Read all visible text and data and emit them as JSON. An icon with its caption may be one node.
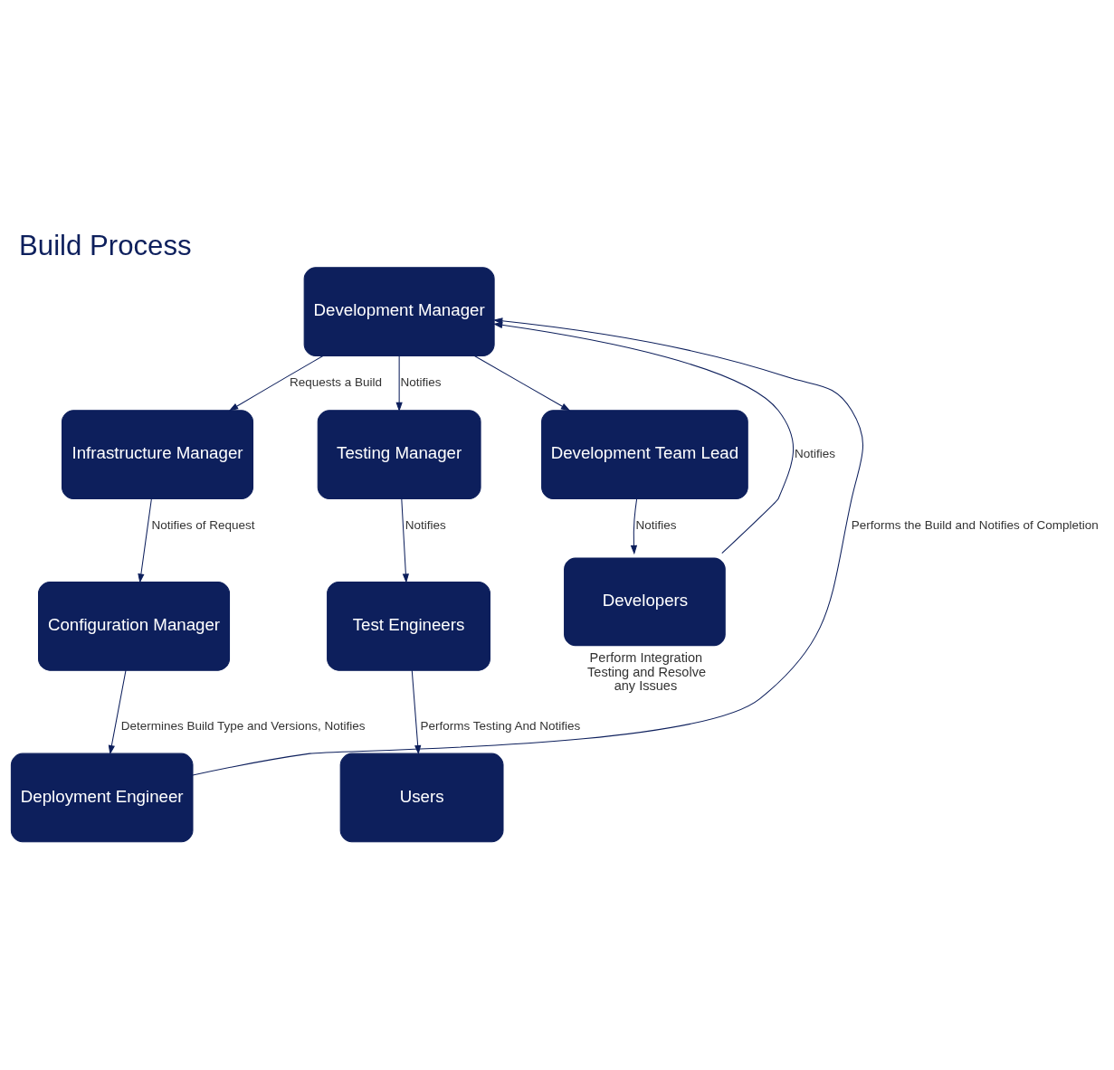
{
  "diagram": {
    "title": "Build Process",
    "nodes": [
      {
        "text": [
          "Development Manager"
        ]
      },
      {
        "text": [
          "Infrastructure Manager"
        ]
      },
      {
        "text": [
          "Testing Manager"
        ]
      },
      {
        "text": [
          "Development Team Lead"
        ]
      },
      {
        "text": [
          "Configuration Manager"
        ]
      },
      {
        "text": [
          "Test Engineers"
        ]
      },
      {
        "text": [
          "Developers"
        ],
        "beside": [
          "Perform Integration Testing and Resolve any Issues"
        ]
      },
      {
        "text": [
          "Deployment Engineer"
        ]
      },
      {
        "text": [
          "Users"
        ]
      }
    ],
    "edges": [
      {
        "from": 0,
        "to": 1,
        "arrow": "to",
        "label": "Requests a Build"
      },
      {
        "from": 1,
        "to": 4,
        "arrow": "to",
        "label": "Notifies of Request"
      },
      {
        "from": 4,
        "to": 7,
        "arrow": "to",
        "label": "Determines Build Type and Versions, Notifies"
      },
      {
        "from": 7,
        "to": 0,
        "arrow": "to",
        "label": "Performs the Build and Notifies of Completion"
      },
      {
        "from": 0,
        "to": 2,
        "arrow": "to",
        "label": "Notifies"
      },
      {
        "from": 0,
        "to": 3,
        "arrow": "to"
      },
      {
        "from": 2,
        "to": 5,
        "arrow": "to",
        "label": "Notifies"
      },
      {
        "from": 3,
        "to": 6,
        "arrow": "to",
        "label": "Notifies"
      },
      {
        "from": 6,
        "to": 0,
        "arrow": "to",
        "label": "Notifies"
      },
      {
        "from": 5,
        "to": 8,
        "arrow": "to",
        "label": "Performs Testing And Notifies"
      }
    ]
  }
}
